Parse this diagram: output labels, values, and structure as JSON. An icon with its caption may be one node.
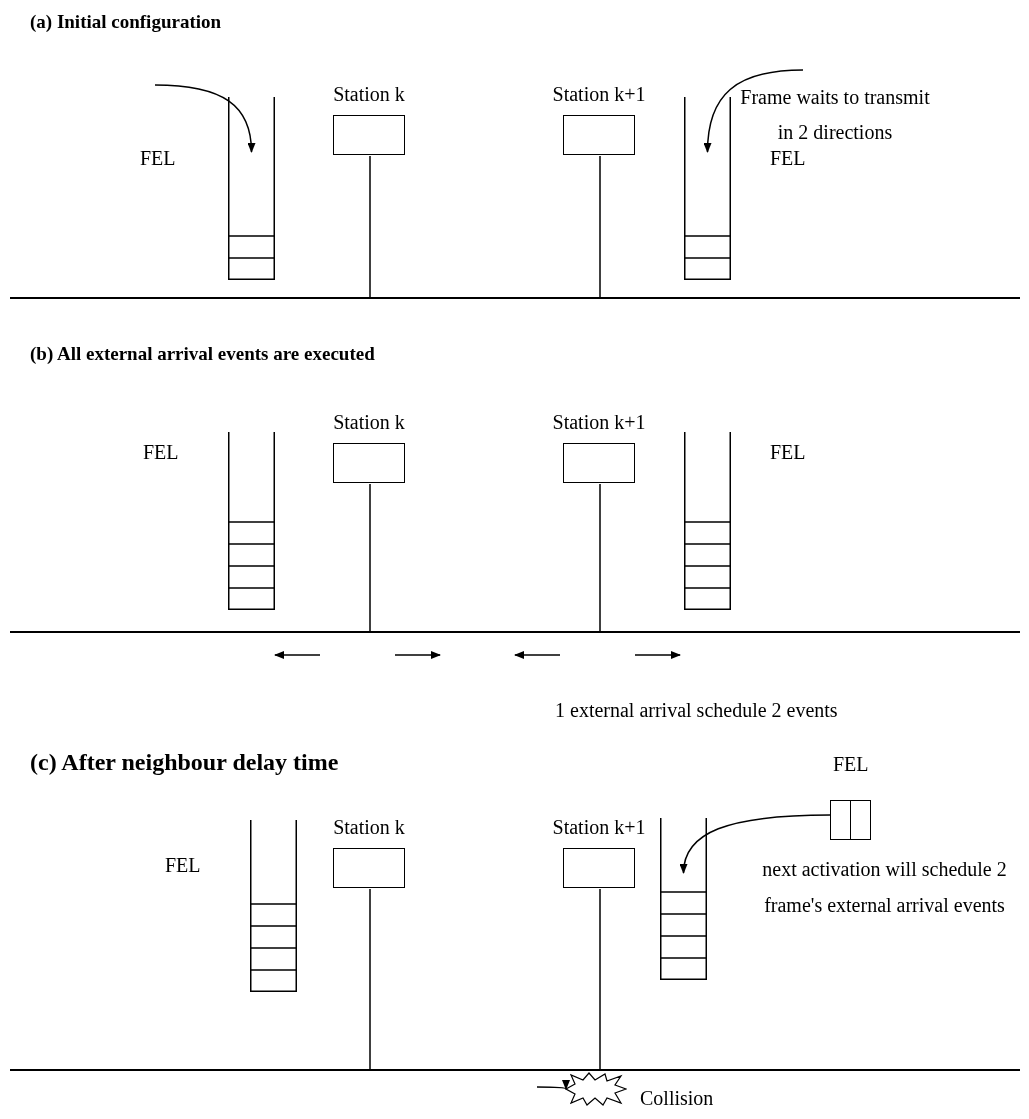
{
  "diagram": {
    "nodes": [
      {
        "text": [
          "Station k"
        ]
      },
      {
        "text": [
          "Station k+1"
        ]
      },
      {
        "text": [],
        "shape": "box",
        "beside": [
          "FEL"
        ]
      },
      {
        "text": [],
        "shape": "box",
        "beside": [
          "FEL"
        ]
      },
      {
        "text": [
          "Station k"
        ]
      },
      {
        "text": [
          "Station k+1"
        ]
      },
      {
        "text": [],
        "shape": "box",
        "beside": [
          "FEL"
        ]
      },
      {
        "text": [],
        "shape": "box",
        "beside": [
          "FEL"
        ]
      },
      {
        "text": [
          "FEL"
        ]
      },
      {
        "text": [
          "Station k"
        ]
      },
      {
        "text": [
          "Station k+1"
        ]
      },
      {
        "text": [],
        "shape": "box",
        "beside": [
          "FEL"
        ]
      },
      {
        "text": [],
        "shape": "box"
      },
      {
        "text": [],
        "shape": "star",
        "beside": [
          "Collision"
        ]
      },
      {
        "text": [],
        "shape": "bar"
      },
      {
        "text": [],
        "shape": "bar"
      },
      {
        "text": [],
        "shape": "bar"
      }
    ],
    "edges": [
      {
        "from": null,
        "to": 2,
        "arrow": "to"
      },
      {
        "from": null,
        "to": 3,
        "arrow": "to"
      },
      {
        "from": 8,
        "to": 12,
        "arrow": "to"
      },
      {
        "from": null,
        "to": 13,
        "arrow": "to"
      },
      {
        "from": 0,
        "to": 14,
        "arrow": "none"
      },
      {
        "from": 1,
        "to": 14,
        "arrow": "none"
      },
      {
        "from": 4,
        "to": 15,
        "arrow": "none"
      },
      {
        "from": 5,
        "to": 15,
        "arrow": "none"
      },
      {
        "from": 9,
        "to": 16,
        "arrow": "none"
      },
      {
        "from": 10,
        "to": 16,
        "arrow": "none"
      }
    ],
    "labels": [
      "(a) Initial configuration",
      "Frame waits to transmit in 2 directions",
      "(b) All external arrival events are executed",
      "1 external arrival schedule 2 events",
      "(c) After neighbour delay time",
      "next activation will schedule 2 frame's external arrival events"
    ]
  }
}
